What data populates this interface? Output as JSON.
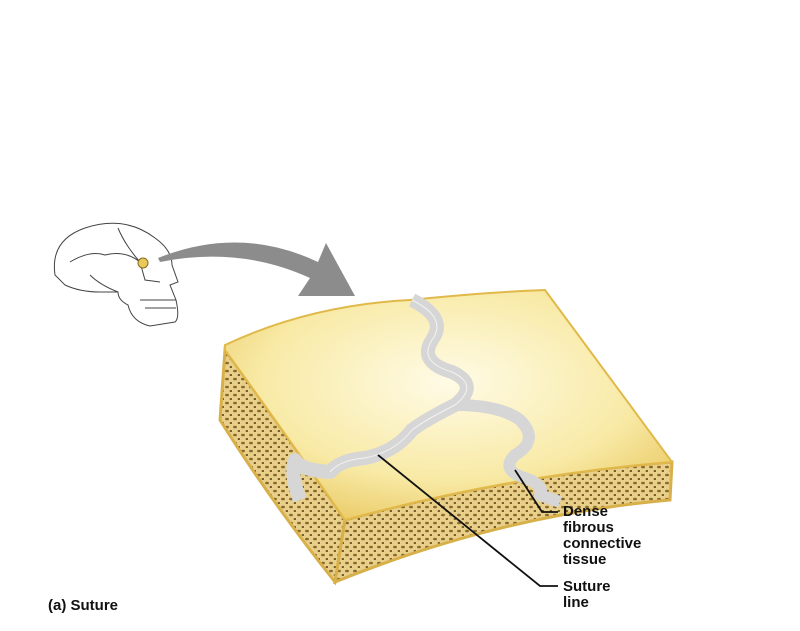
{
  "caption": "(a) Suture",
  "labels": {
    "dense_tissue": "Dense fibrous connective tissue",
    "dense_tissue_lines": [
      "Dense",
      "fibrous",
      "connective",
      "tissue"
    ],
    "suture_line_lines": [
      "Suture",
      "line"
    ]
  },
  "colors": {
    "bone_top": "#f7e9a8",
    "bone_edge": "#e0b94a",
    "spongy": "#b08a3c",
    "suture": "#dcdcdc",
    "arrow": "#8c8c8c",
    "skull_highlight": "#e9c95a"
  }
}
